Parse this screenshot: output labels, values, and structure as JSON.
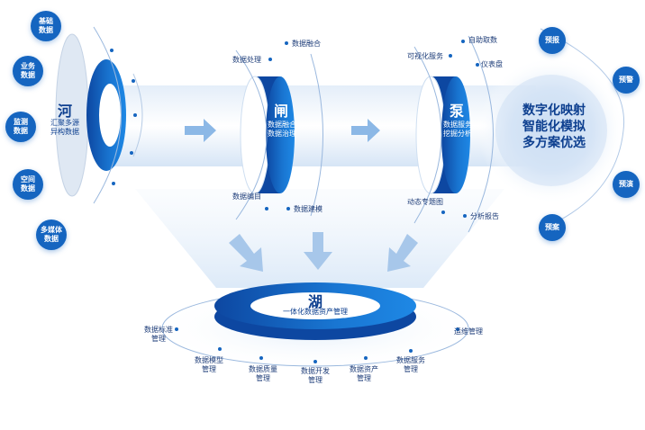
{
  "he": {
    "char": "河",
    "sub": "汇聚多源\n异构数据",
    "sources": [
      "基础\n数据",
      "业务\n数据",
      "监测\n数据",
      "空间\n数据",
      "多媒体\n数据"
    ]
  },
  "zha": {
    "char": "闸",
    "sub": "数据融合\n数据治理",
    "labels": [
      "数据处理",
      "数据融合",
      "数据编目",
      "数据建模"
    ]
  },
  "beng": {
    "char": "泵",
    "sub": "数据服务\n挖掘分析",
    "labels": [
      "可视化服务",
      "自助取数",
      "仪表盘",
      "动态专题图",
      "分析报告"
    ]
  },
  "brain": {
    "text": "数字化映射\n智能化模拟\n多方案优选",
    "outputs": [
      "预报",
      "预警",
      "预演",
      "预案"
    ]
  },
  "hu": {
    "char": "湖",
    "sub": "一体化数据资产管理",
    "labels": [
      "数据标准\n管理",
      "数据模型\n管理",
      "数据质量\n管理",
      "数据开发\n管理",
      "数据资产\n管理",
      "数据服务\n管理",
      "运维管理"
    ]
  },
  "colors": {
    "primary": "#1565c0",
    "dark": "#0d3f8f",
    "light": "#dbe9f8",
    "arrow": "#8cb8e6"
  }
}
